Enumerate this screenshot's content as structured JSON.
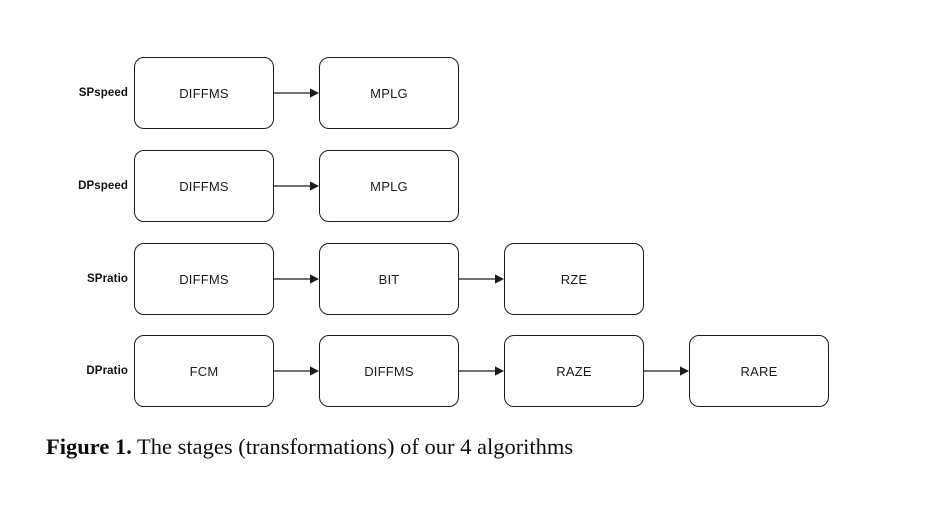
{
  "figure": {
    "background_color": "#ffffff",
    "stroke_color": "#1b1b1b",
    "text_color": "#1b1b1b",
    "caption": {
      "label": "Figure 1.",
      "text": " The stages (transformations) of our 4 algorithms"
    }
  },
  "diagram": {
    "type": "flow-pipeline",
    "arrow_glyph": "arrow-right-icon",
    "rows": [
      {
        "label": "SPspeed",
        "stages": [
          "DIFFMS",
          "MPLG"
        ]
      },
      {
        "label": "DPspeed",
        "stages": [
          "DIFFMS",
          "MPLG"
        ]
      },
      {
        "label": "SPratio",
        "stages": [
          "DIFFMS",
          "BIT",
          "RZE"
        ]
      },
      {
        "label": "DPratio",
        "stages": [
          "FCM",
          "DIFFMS",
          "RAZE",
          "RARE"
        ]
      }
    ]
  }
}
